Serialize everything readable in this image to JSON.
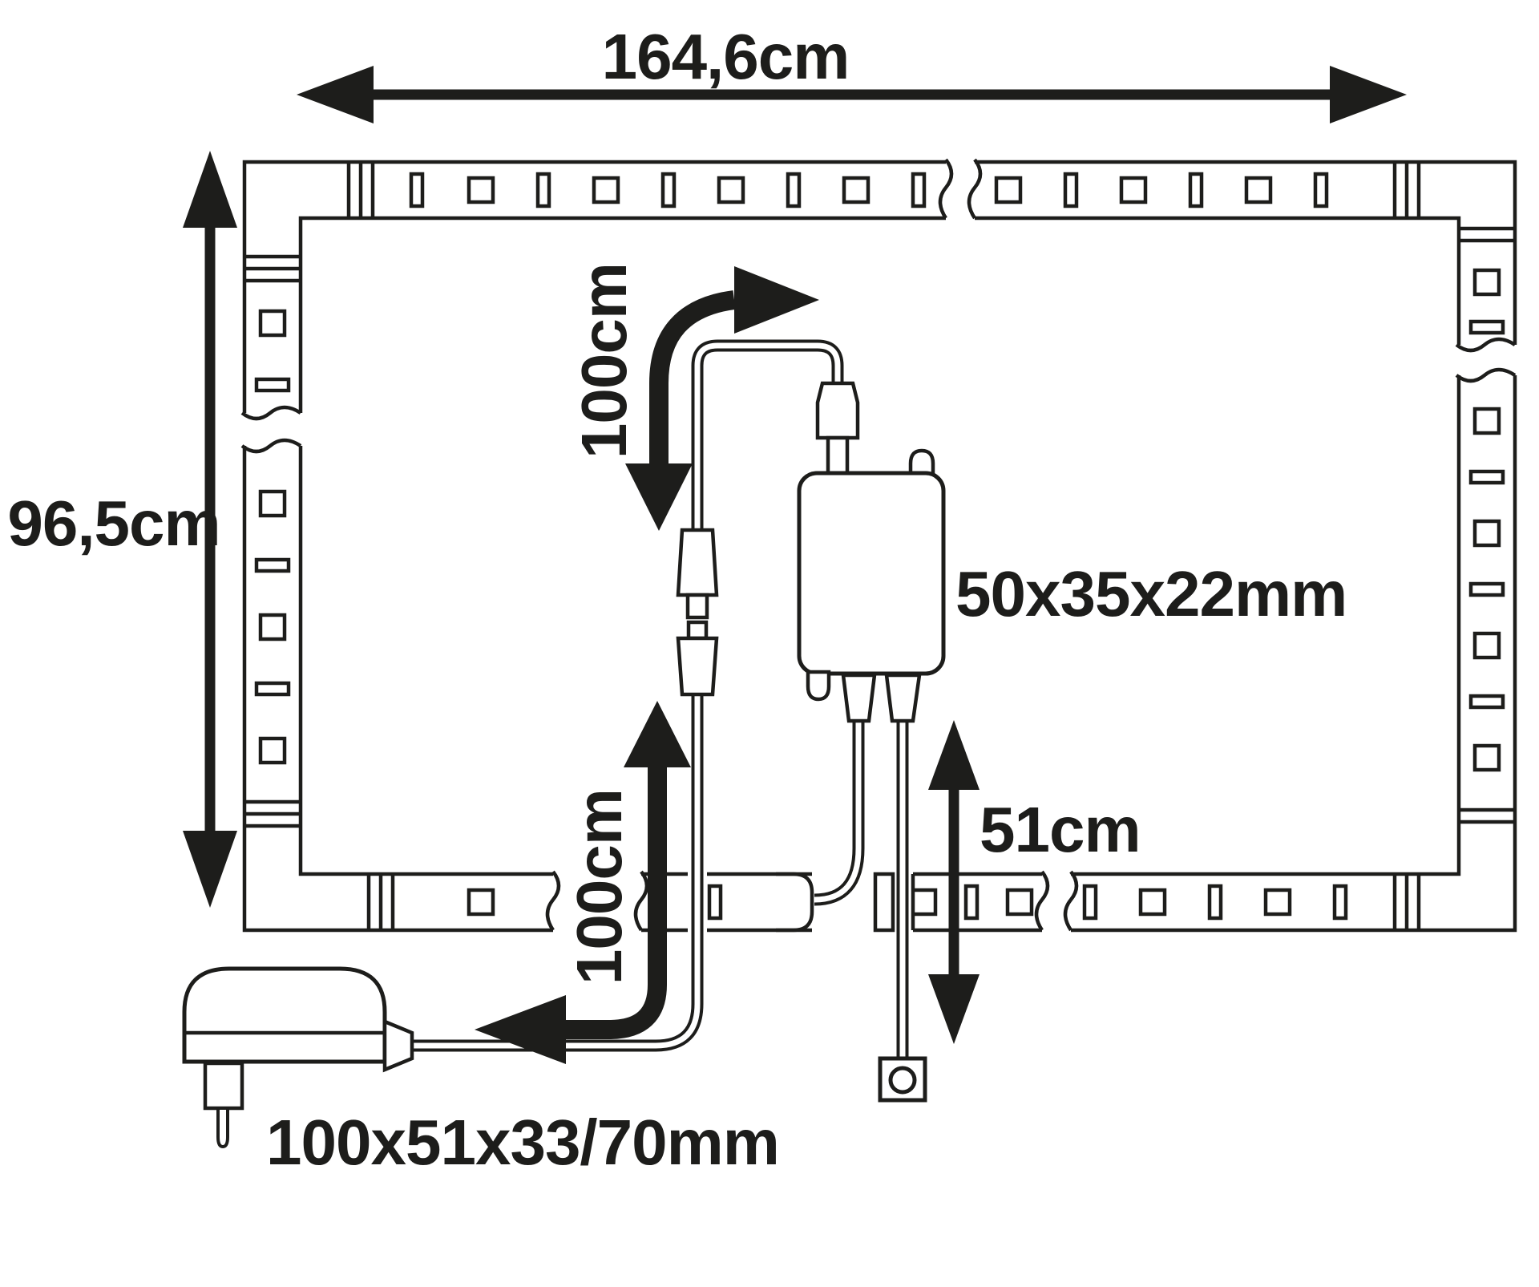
{
  "labels": {
    "frame_width": "164,6cm",
    "frame_height": "96,5cm",
    "top_cable_length": "100cm",
    "bottom_cable_length": "100cm",
    "controller_dimensions": "50x35x22mm",
    "switch_cable_length": "51cm",
    "power_supply_dimensions": "100x51x33/70mm"
  },
  "colors": {
    "line": "#1d1d1b",
    "background": "#ffffff"
  },
  "components": {
    "frame": "led-strip-frame",
    "controller": "controller-box",
    "controller_antenna": "antenna-icon",
    "power_supply": "power-supply-plug",
    "switch": "inline-switch-button",
    "connector": "inline-cable-connector",
    "led": "led-chip",
    "break_mark": "strip-cut-mark",
    "arrow": "dimension-arrow"
  }
}
